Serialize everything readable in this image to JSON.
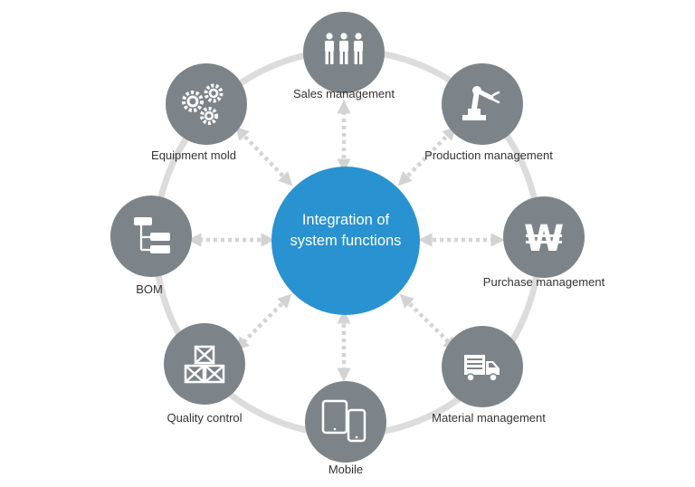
{
  "center": {
    "line1": "Integration of",
    "line2": "system functions"
  },
  "nodes": [
    {
      "id": "sales",
      "label": "Sales management",
      "icon": "people-icon"
    },
    {
      "id": "production",
      "label": "Production management",
      "icon": "robot-arm-icon"
    },
    {
      "id": "purchase",
      "label": "Purchase management",
      "icon": "won-currency-icon"
    },
    {
      "id": "material",
      "label": "Material management",
      "icon": "delivery-truck-icon"
    },
    {
      "id": "mobile",
      "label": "Mobile",
      "icon": "tablet-phone-icon"
    },
    {
      "id": "quality",
      "label": "Quality control",
      "icon": "stacked-boxes-icon"
    },
    {
      "id": "bom",
      "label": "BOM",
      "icon": "tree-structure-icon"
    },
    {
      "id": "equipment",
      "label": "Equipment mold",
      "icon": "gears-icon"
    }
  ],
  "colors": {
    "center": "#2992d0",
    "node": "#7d8489",
    "ring": "#dcdcdc",
    "arrow": "#d3d3d3",
    "label": "#333333"
  }
}
